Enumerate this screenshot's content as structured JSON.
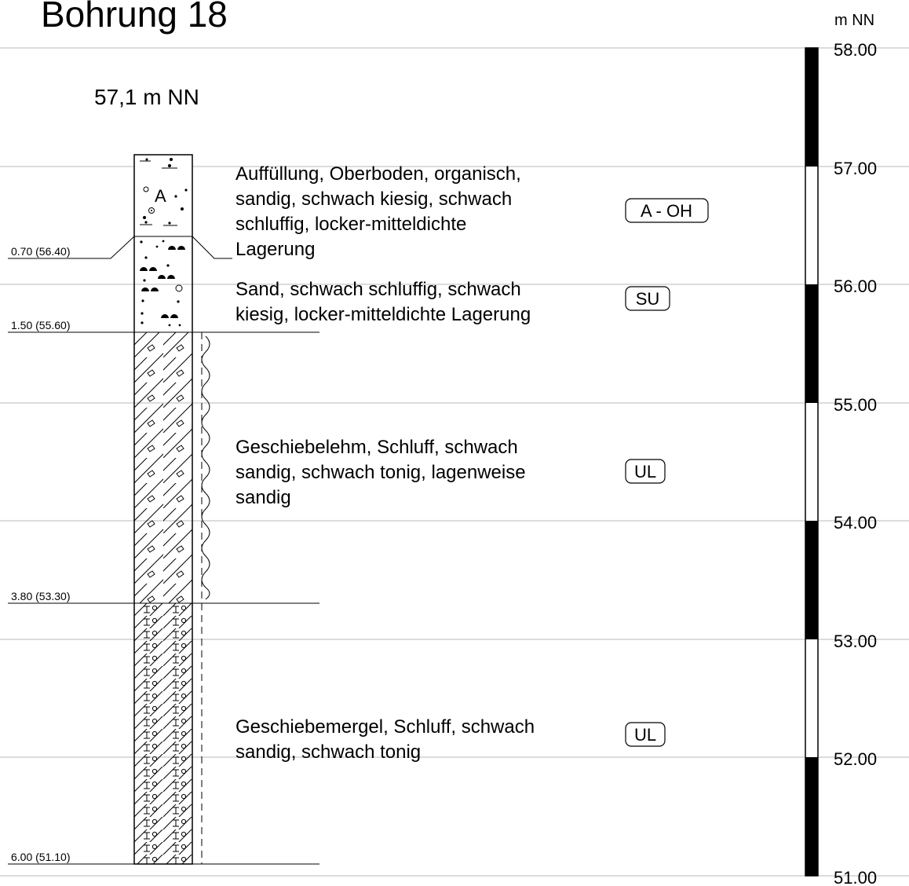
{
  "title": "Bohrung 18",
  "elevation_label": "57,1 m NN",
  "scale": {
    "unit": "m NN",
    "ticks": [
      "58.00",
      "57.00",
      "56.00",
      "55.00",
      "54.00",
      "53.00",
      "52.00",
      "51.00"
    ]
  },
  "depth_markers": [
    "0.70 (56.40)",
    "1.50 (55.60)",
    "3.80 (53.30)",
    "6.00 (51.10)"
  ],
  "layers": [
    {
      "symbol": "A",
      "code": "A - OH",
      "description": [
        "Auffüllung, Oberboden, organisch,",
        "sandig, schwach kiesig, schwach",
        "schluffig, locker-mitteldichte",
        "Lagerung"
      ]
    },
    {
      "code": "SU",
      "description": [
        "Sand, schwach schluffig, schwach",
        "kiesig, locker-mitteldichte Lagerung"
      ]
    },
    {
      "code": "UL",
      "description": [
        "Geschiebelehm, Schluff, schwach",
        "sandig, schwach tonig, lagenweise",
        "sandig"
      ]
    },
    {
      "code": "UL",
      "description": [
        "Geschiebemergel, Schluff, schwach",
        "sandig, schwach tonig"
      ]
    }
  ]
}
